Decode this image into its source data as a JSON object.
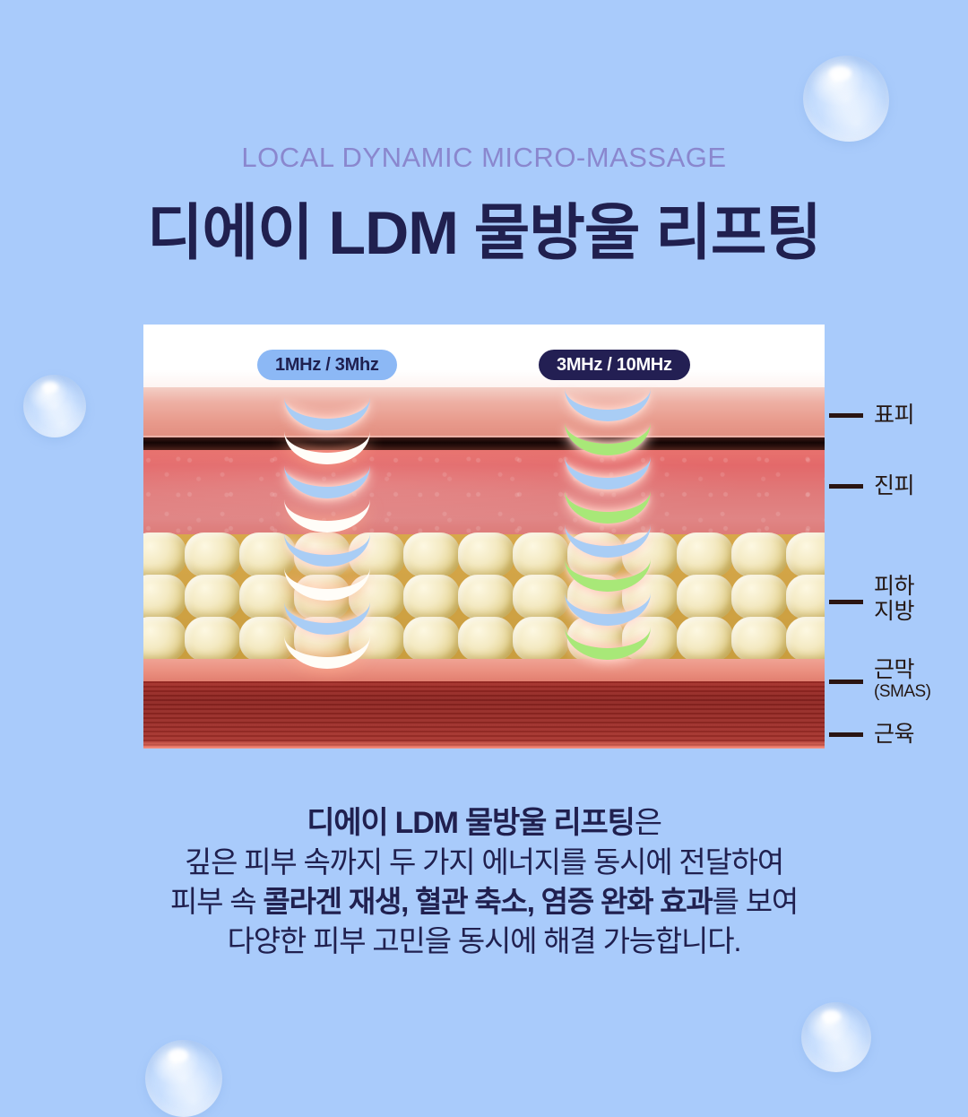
{
  "theme": {
    "background": "#a9cbfb",
    "title_color": "#20204f",
    "eyebrow_color": "#8a87ce",
    "badge_left_bg": "#8cb8f5",
    "badge_right_bg": "#231f53",
    "wave_blue": "#a9cdf5",
    "wave_green": "#a8e878",
    "wave_white": "#fffdf8"
  },
  "header": {
    "eyebrow": "LOCAL DYNAMIC MICRO-MASSAGE",
    "title": "디에이 LDM 물방울 리프팅"
  },
  "diagram": {
    "badges": [
      {
        "id": "left",
        "label": "1MHz / 3Mhz"
      },
      {
        "id": "right",
        "label": "3MHz / 10MHz"
      }
    ],
    "callouts": [
      {
        "label": "표피",
        "sub": ""
      },
      {
        "label": "진피",
        "sub": ""
      },
      {
        "label": "피하",
        "sub": "지방"
      },
      {
        "label": "근막",
        "sub": "(SMAS)"
      },
      {
        "label": "근육",
        "sub": ""
      }
    ],
    "layers": [
      "air",
      "epidermis",
      "junction",
      "dermis",
      "fat",
      "smas",
      "muscle"
    ]
  },
  "description": {
    "line1_bold": "디에이 LDM 물방울 리프팅",
    "line1_tail": "은",
    "line2": "깊은 피부 속까지 두 가지 에너지를 동시에 전달하여",
    "line3_head": "피부 속 ",
    "line3_bold": "콜라겐 재생, 혈관 축소, 염증 완화 효과",
    "line3_tail": "를 보여",
    "line4": "다양한 피부 고민을 동시에 해결 가능합니다."
  }
}
